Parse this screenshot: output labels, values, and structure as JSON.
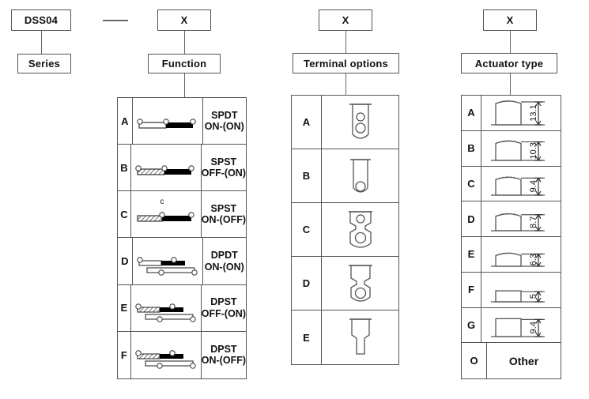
{
  "header": {
    "series_box": "DSS04",
    "series_label": "Series",
    "separator": "—",
    "function_code": "X",
    "function_label": "Function",
    "terminal_code": "X",
    "terminal_label": "Terminal options",
    "actuator_code": "X",
    "actuator_label": "Actuator type"
  },
  "function_table": {
    "rows": [
      {
        "key": "A",
        "symbol": "spdt-on-on",
        "line1": "SPDT",
        "line2": "ON-(ON)",
        "poles": 1,
        "note": ""
      },
      {
        "key": "B",
        "symbol": "spst-off-on",
        "line1": "SPST",
        "line2": "OFF-(ON)",
        "poles": 1,
        "note": ""
      },
      {
        "key": "C",
        "symbol": "spst-on-off",
        "line1": "SPST",
        "line2": "ON-(OFF)",
        "poles": 1,
        "note": "c"
      },
      {
        "key": "D",
        "symbol": "dpdt-on-on",
        "line1": "DPDT",
        "line2": "ON-(ON)",
        "poles": 2,
        "note": ""
      },
      {
        "key": "E",
        "symbol": "dpst-off-on",
        "line1": "DPST",
        "line2": "OFF-(ON)",
        "poles": 2,
        "note": ""
      },
      {
        "key": "F",
        "symbol": "dpst-on-off",
        "line1": "DPST",
        "line2": "ON-(OFF)",
        "poles": 2,
        "note": ""
      }
    ]
  },
  "terminal_table": {
    "rows": [
      {
        "key": "A",
        "symbol": "terminal-tab-two-holes"
      },
      {
        "key": "B",
        "symbol": "terminal-tab-one-hole"
      },
      {
        "key": "C",
        "symbol": "terminal-notched-two-holes"
      },
      {
        "key": "D",
        "symbol": "terminal-notched-one-hole"
      },
      {
        "key": "E",
        "symbol": "terminal-solid-pin"
      }
    ]
  },
  "actuator_table": {
    "rows": [
      {
        "key": "A",
        "symbol": "actuator-round-top",
        "height": "13.1",
        "shape": "round",
        "h": 13.1
      },
      {
        "key": "B",
        "symbol": "actuator-round-top",
        "height": "10.3",
        "shape": "round",
        "h": 10.3
      },
      {
        "key": "C",
        "symbol": "actuator-round-top",
        "height": "9.4",
        "shape": "round",
        "h": 9.4
      },
      {
        "key": "D",
        "symbol": "actuator-round-top",
        "height": "8.7",
        "shape": "round",
        "h": 8.7
      },
      {
        "key": "E",
        "symbol": "actuator-round-top",
        "height": "6.3",
        "shape": "round",
        "h": 6.3
      },
      {
        "key": "F",
        "symbol": "actuator-flat-top",
        "height": "5",
        "shape": "flat",
        "h": 5.0
      },
      {
        "key": "G",
        "symbol": "actuator-flat-top",
        "height": "9.4",
        "shape": "flat",
        "h": 9.4
      },
      {
        "key": "O",
        "symbol": "",
        "height": "",
        "shape": "text",
        "text": "Other"
      }
    ]
  },
  "colors": {
    "line": "#555555",
    "fill_black": "#000000",
    "background": "#ffffff"
  }
}
